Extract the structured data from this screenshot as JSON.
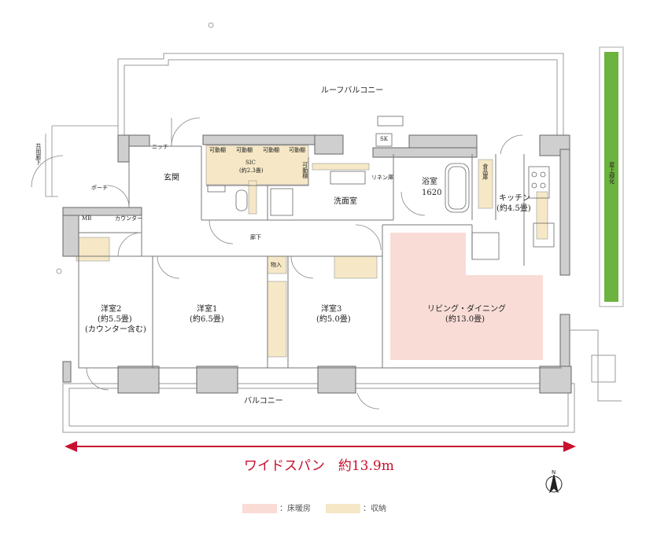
{
  "rooms": {
    "roof_balcony": "ルーフバルコニー",
    "sk": "SK",
    "niche": "ニッチ",
    "shelf": "可動棚",
    "sic_name": "SIC",
    "sic_size": "(約2.3畳)",
    "shelf_vertical": "可動棚",
    "entrance": "玄関",
    "porch": "ポーチ",
    "linen": "リネン庫",
    "washroom": "洗面室",
    "bath_name": "浴室",
    "bath_size": "1620",
    "pantry": "食品庫",
    "kitchen_name": "キッチン",
    "kitchen_size": "(約4.5畳)",
    "shared_corridor": "共用廊下",
    "mb": "MB",
    "counter": "カウンター",
    "hallway": "廊下",
    "storage": "物入",
    "room2_name": "洋室2",
    "room2_size": "(約5.5畳)",
    "room2_note": "(カウンター含む)",
    "room1_name": "洋室1",
    "room1_size": "(約6.5畳)",
    "room3_name": "洋室3",
    "room3_size": "(約5.0畳)",
    "living_name": "リビング・ダイニング",
    "living_size": "(約13.0畳)",
    "balcony": "バルコニー",
    "rooftop_green": "屋上緑化"
  },
  "span": {
    "label": "ワイドスパン　約13.9m"
  },
  "compass": {
    "north": "N"
  },
  "legend": {
    "floor_heating": "：床暖房",
    "storage": "：収納"
  },
  "colors": {
    "floor_heating": "#f9dcd6",
    "storage": "#f6e8c6",
    "span_arrow": "#c8102e",
    "green_roof": "#6cb33f",
    "wall": "#cfcfcf"
  }
}
